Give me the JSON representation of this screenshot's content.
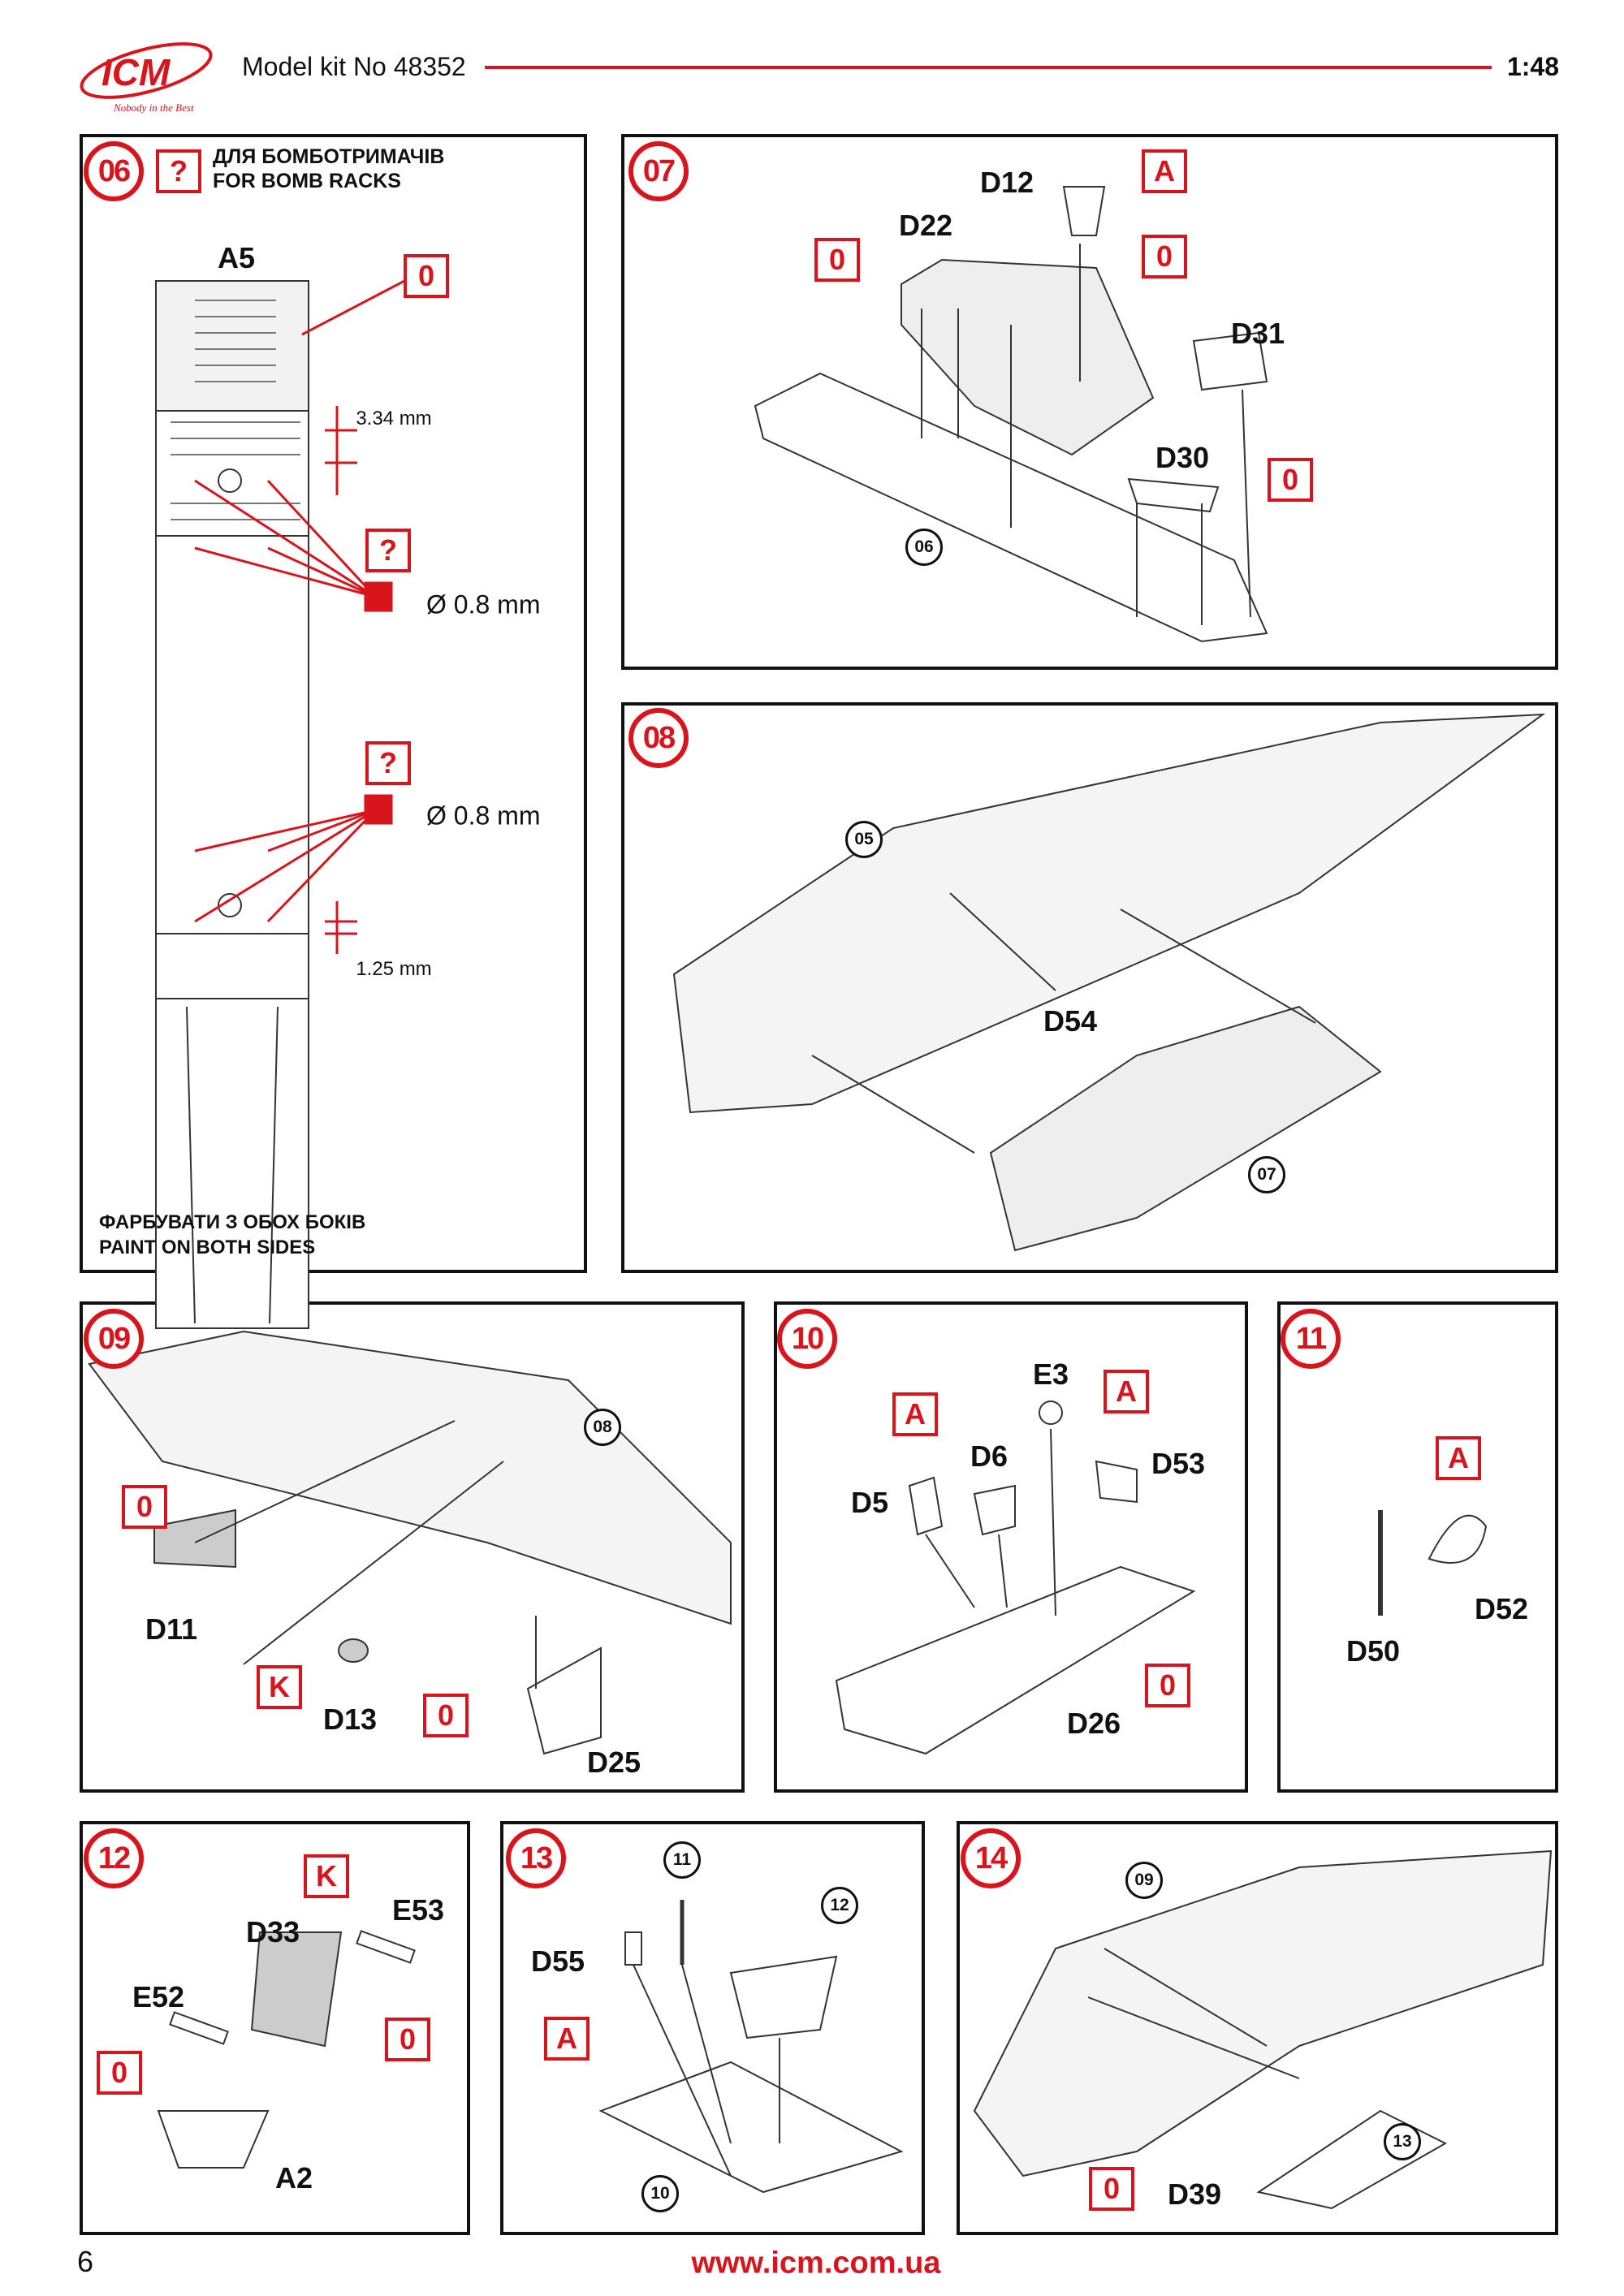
{
  "header": {
    "logo_text": "ICM",
    "logo_tagline": "Nobody in the Best",
    "title": "Model kit No 48352",
    "scale": "1:48"
  },
  "steps": {
    "s06": {
      "number": "06",
      "paint_code": "?",
      "title_ua": "ДЛЯ БОМБОТРИМАЧІВ",
      "title_en": "FOR BOMB RACKS",
      "part": "A5",
      "paint1": "0",
      "dim1": "3.34 mm",
      "drill_paint1": "?",
      "drill1": "Ø 0.8 mm",
      "drill_paint2": "?",
      "drill2": "Ø 0.8 mm",
      "dim2": "1.25 mm",
      "note_ua": "ФАРБУВАТИ З ОБОХ БОКІВ",
      "note_en": "PAINT ON BOTH SIDES"
    },
    "s07": {
      "number": "07",
      "parts": [
        "D12",
        "D22",
        "D31",
        "D30"
      ],
      "paints": [
        "A",
        "0",
        "0",
        "0"
      ],
      "ref": "06"
    },
    "s08": {
      "number": "08",
      "ref1": "05",
      "part": "D54",
      "ref2": "07"
    },
    "s09": {
      "number": "09",
      "ref": "08",
      "parts": [
        "D11",
        "D13",
        "D25"
      ],
      "paints": [
        "0",
        "K",
        "0"
      ]
    },
    "s10": {
      "number": "10",
      "parts": [
        "E3",
        "D6",
        "D53",
        "D5",
        "D26"
      ],
      "paints": [
        "A",
        "A",
        "0"
      ]
    },
    "s11": {
      "number": "11",
      "paint": "A",
      "parts": [
        "D52",
        "D50"
      ]
    },
    "s12": {
      "number": "12",
      "parts": [
        "E53",
        "D33",
        "E52",
        "A2"
      ],
      "paints": [
        "K",
        "0",
        "0"
      ]
    },
    "s13": {
      "number": "13",
      "refs": [
        "11",
        "12",
        "10"
      ],
      "part": "D55",
      "paint": "A"
    },
    "s14": {
      "number": "14",
      "refs": [
        "09",
        "13"
      ],
      "part": "D39",
      "paint": "0"
    }
  },
  "footer": {
    "page": "6",
    "url": "www.icm.com.ua"
  },
  "colors": {
    "accent": "#d8141c",
    "ink": "#111111",
    "part_gray": "#d9d9d9"
  }
}
